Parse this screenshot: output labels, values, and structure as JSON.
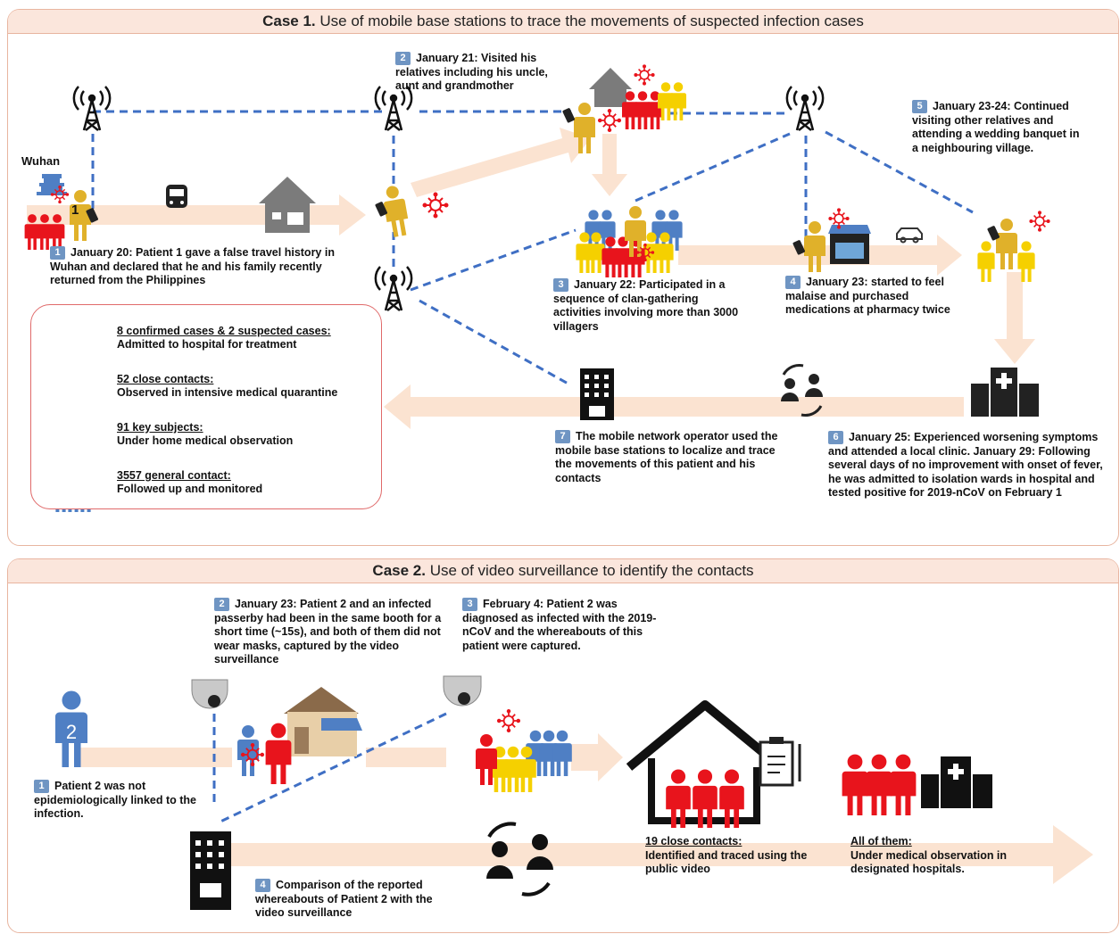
{
  "case1": {
    "title_strong": "Case 1.",
    "title_rest": " Use of mobile base stations to trace the movements of suspected infection cases",
    "place": "Wuhan",
    "steps": [
      {
        "n": "1",
        "text": "January 20: Patient 1 gave a false travel history in Wuhan and declared that he and his family recently returned from the Philippines"
      },
      {
        "n": "2",
        "text": "January 21: Visited his relatives including his uncle, aunt and grandmother"
      },
      {
        "n": "3",
        "text": "January 22: Participated in a sequence of  clan-gathering activities involving more than 3000 villagers"
      },
      {
        "n": "4",
        "text": "January 23: started to feel malaise and purchased medications at pharmacy twice"
      },
      {
        "n": "5",
        "text": "January 23-24: Continued visiting other relatives and attending a wedding banquet in a neighbouring village."
      },
      {
        "n": "6",
        "text": "January 25: Experienced worsening symptoms and attended a local clinic. January 29: Following several days of no improvement with onset of fever, he was admitted to isolation wards in hospital and tested positive for 2019-nCoV on February 1"
      },
      {
        "n": "7",
        "text": "The mobile network operator used the mobile base stations to localize and trace the movements of this patient and his contacts"
      }
    ],
    "legend": [
      {
        "title": "8 confirmed cases & 2 suspected cases:",
        "desc": "Admitted to hospital for treatment",
        "color": "#e8141c"
      },
      {
        "title": "52 close contacts:",
        "desc": "Observed in intensive medical quarantine",
        "color": "#e8141c"
      },
      {
        "title": "91 key subjects:",
        "desc": "Under home medical observation",
        "color": "#f5d000"
      },
      {
        "title": "3557 general contact:",
        "desc": "Followed up and monitored",
        "color": "#4f7fc4"
      }
    ],
    "person_label": "1"
  },
  "case2": {
    "title_strong": "Case 2.",
    "title_rest": " Use of video surveillance to identify the contacts",
    "steps": [
      {
        "n": "1",
        "text": "Patient 2 was not epidemiologically linked to the infection."
      },
      {
        "n": "2",
        "text": "January 23: Patient 2 and an infected passerby had been in the same booth for a short time (~15s), and both of them did not wear masks, captured by the video surveillance"
      },
      {
        "n": "3",
        "text": "February 4: Patient 2 was diagnosed as infected with the 2019-nCoV and the whereabouts of this patient were captured."
      },
      {
        "n": "4",
        "text": "Comparison of the reported whereabouts of Patient 2 with the video surveillance"
      }
    ],
    "close_title": "19 close contacts:",
    "close_desc": "Identified and traced using the public video",
    "all_title": "All of them:",
    "all_desc": "Under medical observation in designated hospitals.",
    "person_label": "2"
  },
  "colors": {
    "red": "#e8141c",
    "yellow": "#f5d000",
    "blue": "#4f7fc4",
    "gold": "#e0b12a",
    "arrow": "#fbe3d1",
    "dash": "#3f6fc4",
    "badge": "#6f95c3"
  }
}
